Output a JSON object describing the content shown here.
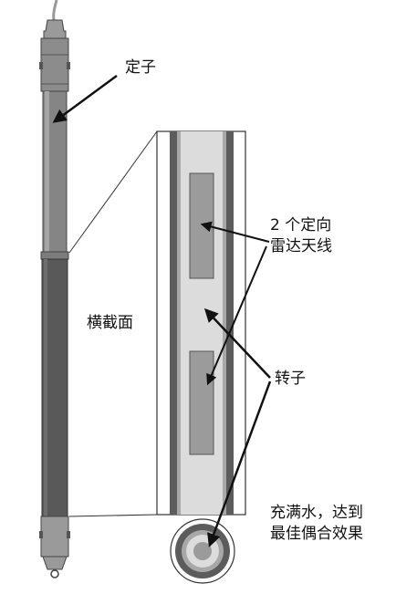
{
  "labels": {
    "stator": "定子",
    "cross_section": "横截面",
    "antennas_line1": "2 个定向",
    "antennas_line2": "雷达天线",
    "rotor": "转子",
    "water_line1": "充满水，达到",
    "water_line2": "最佳偶合效果"
  },
  "colors": {
    "tube_light": "#8a8a8a",
    "tube_dark": "#595959",
    "tube_end": "#9a9a9a",
    "outer_wall": "#5c5c5c",
    "inner_fill": "#dedede",
    "antenna": "#9b9b9b",
    "arrow": "#111111",
    "outline": "#222222"
  }
}
